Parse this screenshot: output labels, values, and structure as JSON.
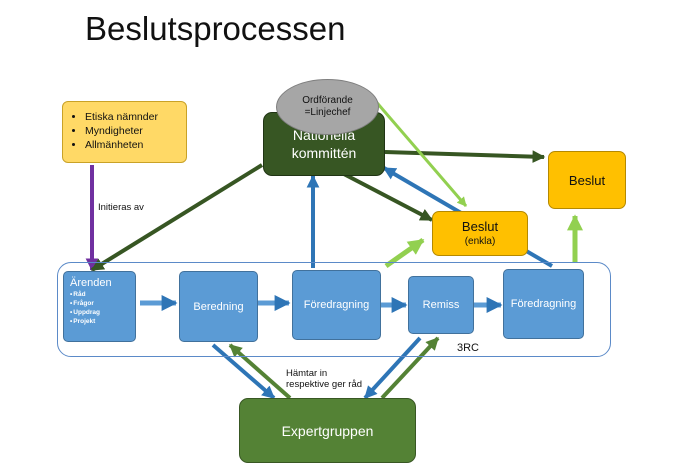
{
  "title": "Beslutsprocessen",
  "sources": {
    "items": [
      "Etiska nämnder",
      "Myndigheter",
      "Allmänheten"
    ]
  },
  "initiated_label": "Initieras av",
  "chair": {
    "line1": "Ordförande",
    "line2": "=Linjechef"
  },
  "committee": {
    "line1": "Nationella",
    "line2": "kommittén"
  },
  "decision_final": "Beslut",
  "decision_simple": {
    "line1": "Beslut",
    "line2": "(enkla)"
  },
  "cases": {
    "title": "Ärenden",
    "items": [
      "Råd",
      "Frågor",
      "Uppdrag",
      "Projekt"
    ]
  },
  "steps": {
    "preparation": "Beredning",
    "presentation1": "Föredragning",
    "referral": "Remiss",
    "presentation2": "Föredragning"
  },
  "group_code": "3RC",
  "experts_note": {
    "line1": "Hämtar in",
    "line2": "respektive ger råd"
  },
  "expert_group": "Expertgruppen",
  "colors": {
    "dark_green": "#375623",
    "green": "#548235",
    "light_green": "#92d050",
    "blue": "#2e75b6",
    "light_blue": "#5b9bd5",
    "purple": "#7030a0",
    "orange": "#ffc000",
    "yellow": "#ffd966"
  }
}
